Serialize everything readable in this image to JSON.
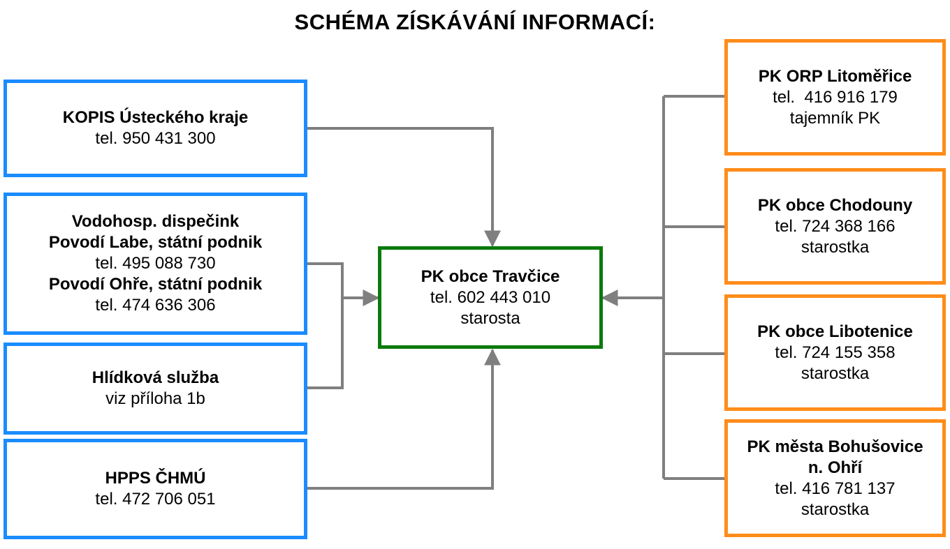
{
  "title": "SCHÉMA ZÍSKÁVÁNÍ INFORMACÍ:",
  "left_boxes": {
    "kopis": {
      "name": "KOPIS Ústeckého kraje",
      "tel": "tel. 950 431 300"
    },
    "vodohosp": {
      "name": "Vodohosp. dispečink",
      "org1": "Povodí Labe, státní podnik",
      "tel1": "tel. 495 088 730",
      "org2": "Povodí Ohře, státní podnik",
      "tel2": "tel. 474 636 306"
    },
    "hlidkova": {
      "name": "Hlídková služba",
      "note": "viz příloha 1b"
    },
    "hpps": {
      "name": "HPPS ČHMÚ",
      "tel": "tel. 472 706 051"
    }
  },
  "center_box": {
    "name": "PK obce Travčice",
    "tel": "tel. 602 443 010",
    "role": "starosta"
  },
  "right_boxes": {
    "litomerice": {
      "name": "PK ORP Litoměřice",
      "tel": "tel.  416 916 179",
      "role": "tajemník PK"
    },
    "chodouny": {
      "name": "PK obce Chodouny",
      "tel": "tel. 724 368 166",
      "role": "starostka"
    },
    "libotenice": {
      "name": "PK obce Libotenice",
      "tel": "tel. 724 155 358",
      "role": "starostka"
    },
    "bohusovice": {
      "name1": "PK města Bohušovice",
      "name2": "n. Ohří",
      "tel": "tel. 416 781 137",
      "role": "starostka"
    }
  },
  "colors": {
    "left_border": "#1a8cff",
    "center_border": "#0a7a0a",
    "right_border": "#ff8c1a",
    "connector": "#7f7f7f"
  }
}
